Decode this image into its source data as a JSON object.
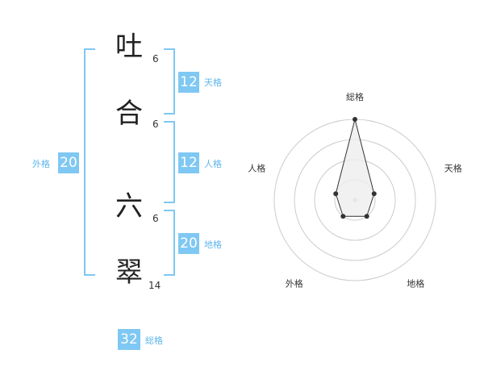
{
  "name": {
    "characters": [
      {
        "char": "吐",
        "strokes": "6"
      },
      {
        "char": "合",
        "strokes": "6"
      },
      {
        "char": "六",
        "strokes": "6"
      },
      {
        "char": "翠",
        "strokes": "14"
      }
    ]
  },
  "scores": {
    "tenkaku": {
      "value": "12",
      "label": "天格"
    },
    "jinkaku": {
      "value": "12",
      "label": "人格"
    },
    "chikaku": {
      "value": "20",
      "label": "地格"
    },
    "gaikaku": {
      "value": "20",
      "label": "外格"
    },
    "soukaku": {
      "value": "32",
      "label": "総格"
    }
  },
  "chart_data": {
    "type": "radar",
    "axes": [
      "総格",
      "天格",
      "地格",
      "外格",
      "人格"
    ],
    "rings": 4,
    "values": [
      4,
      1,
      1,
      1,
      1
    ],
    "max": 4
  },
  "colors": {
    "accent": "#7fc8f3",
    "accent_text": "#5fb6ec",
    "radar_line": "#333333",
    "radar_fill": "#eeeeee",
    "ring": "#cccccc"
  }
}
